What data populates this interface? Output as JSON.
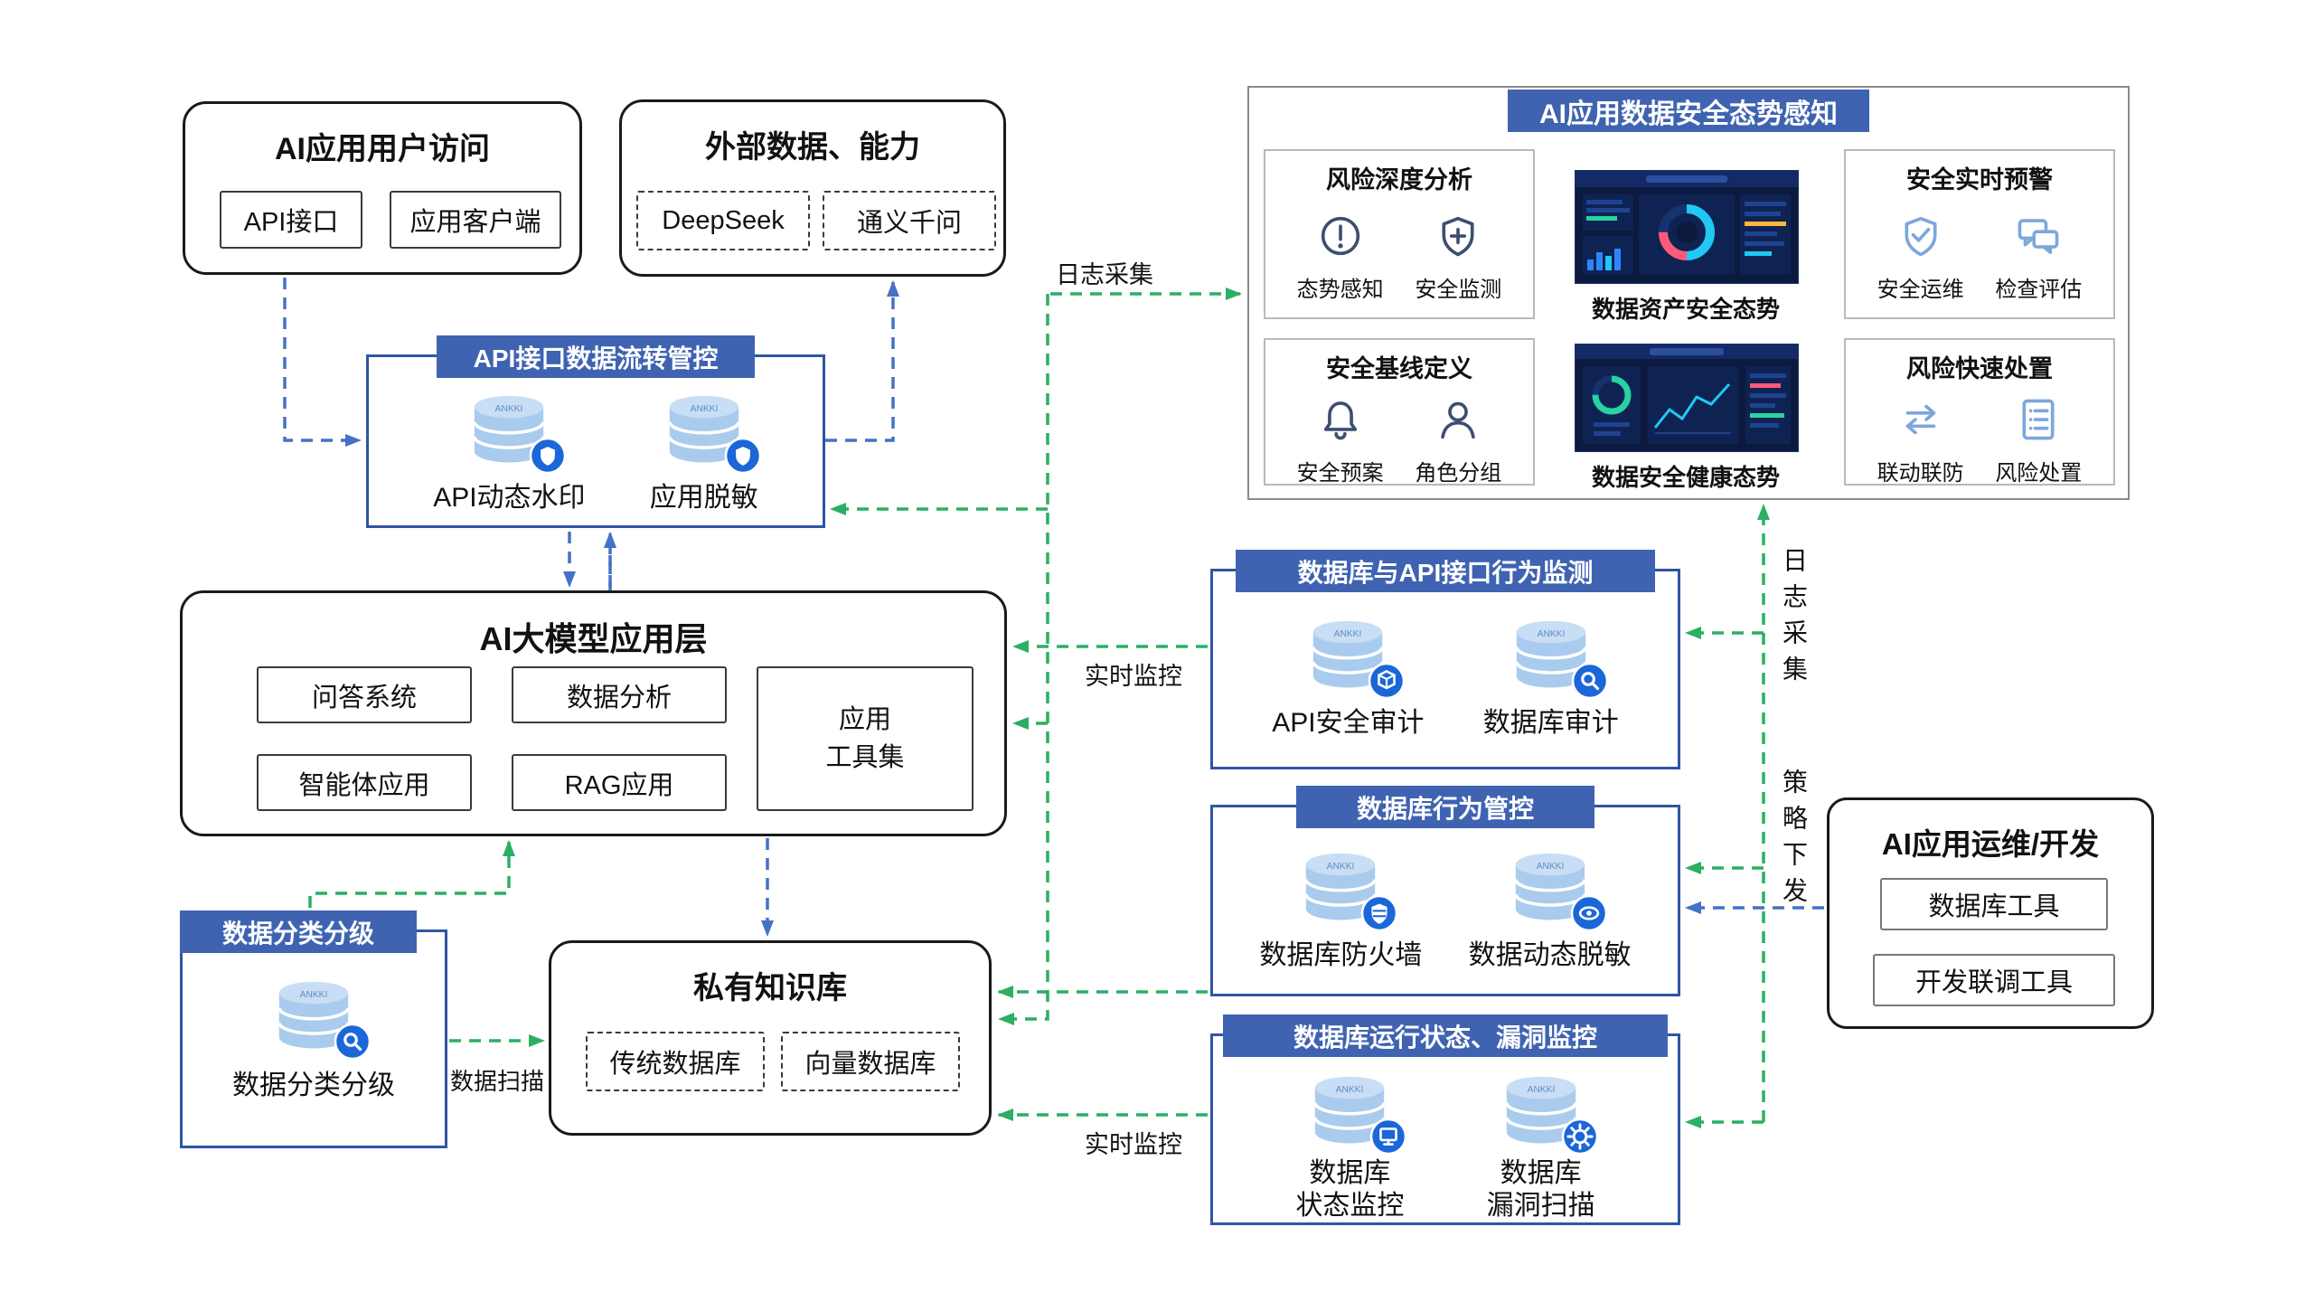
{
  "colors": {
    "header_blue": "#3F63B1",
    "line_green": "#2BAF63",
    "line_blue": "#4472C4",
    "badge_blue": "#1B66D9"
  },
  "db_brand": "ANKKI",
  "user_access": {
    "title": "AI应用用户访问",
    "items": [
      "API接口",
      "应用客户端"
    ]
  },
  "external": {
    "title": "外部数据、能力",
    "items": [
      "DeepSeek",
      "通义千问"
    ]
  },
  "api_flow": {
    "title": "API接口数据流转管控",
    "modules": [
      {
        "label": "API动态水印"
      },
      {
        "label": "应用脱敏"
      }
    ]
  },
  "app_layer": {
    "title": "AI大模型应用层",
    "items": [
      "问答系统",
      "数据分析",
      "智能体应用",
      "RAG应用"
    ],
    "tool_line1": "应用",
    "tool_line2": "工具集"
  },
  "classify": {
    "header": "数据分类分级",
    "label": "数据分类分级"
  },
  "knowledge": {
    "title": "私有知识库",
    "items": [
      "传统数据库",
      "向量数据库"
    ]
  },
  "situation": {
    "title": "AI应用数据安全态势感知",
    "panels": [
      {
        "title": "风险深度分析",
        "items": [
          {
            "label": "态势感知"
          },
          {
            "label": "安全监测"
          }
        ]
      },
      {
        "title": "安全基线定义",
        "items": [
          {
            "label": "安全预案"
          },
          {
            "label": "角色分组"
          }
        ]
      },
      {
        "title": "安全实时预警",
        "items": [
          {
            "label": "安全运维"
          },
          {
            "label": "检查评估"
          }
        ]
      },
      {
        "title": "风险快速处置",
        "items": [
          {
            "label": "联动联防"
          },
          {
            "label": "风险处置"
          }
        ]
      }
    ],
    "screens": [
      {
        "caption": "数据资产安全态势"
      },
      {
        "caption": "数据安全健康态势"
      }
    ]
  },
  "monitor_api": {
    "title": "数据库与API接口行为监测",
    "modules": [
      {
        "label": "API安全审计"
      },
      {
        "label": "数据库审计"
      }
    ]
  },
  "db_control": {
    "title": "数据库行为管控",
    "modules": [
      {
        "label": "数据库防火墙"
      },
      {
        "label": "数据动态脱敏"
      }
    ]
  },
  "db_status": {
    "title": "数据库运行状态、漏洞监控",
    "modules": [
      {
        "line1": "数据库",
        "line2": "状态监控"
      },
      {
        "line1": "数据库",
        "line2": "漏洞扫描"
      }
    ]
  },
  "ops": {
    "title": "AI应用运维/开发",
    "items": [
      "数据库工具",
      "开发联调工具"
    ]
  },
  "flow_labels": {
    "log_top": "日志采集",
    "realtime_api": "实时监控",
    "realtime_db": "实时监控",
    "data_scan": "数据扫描",
    "log_right": "日志采集",
    "policy": "策略下发"
  }
}
